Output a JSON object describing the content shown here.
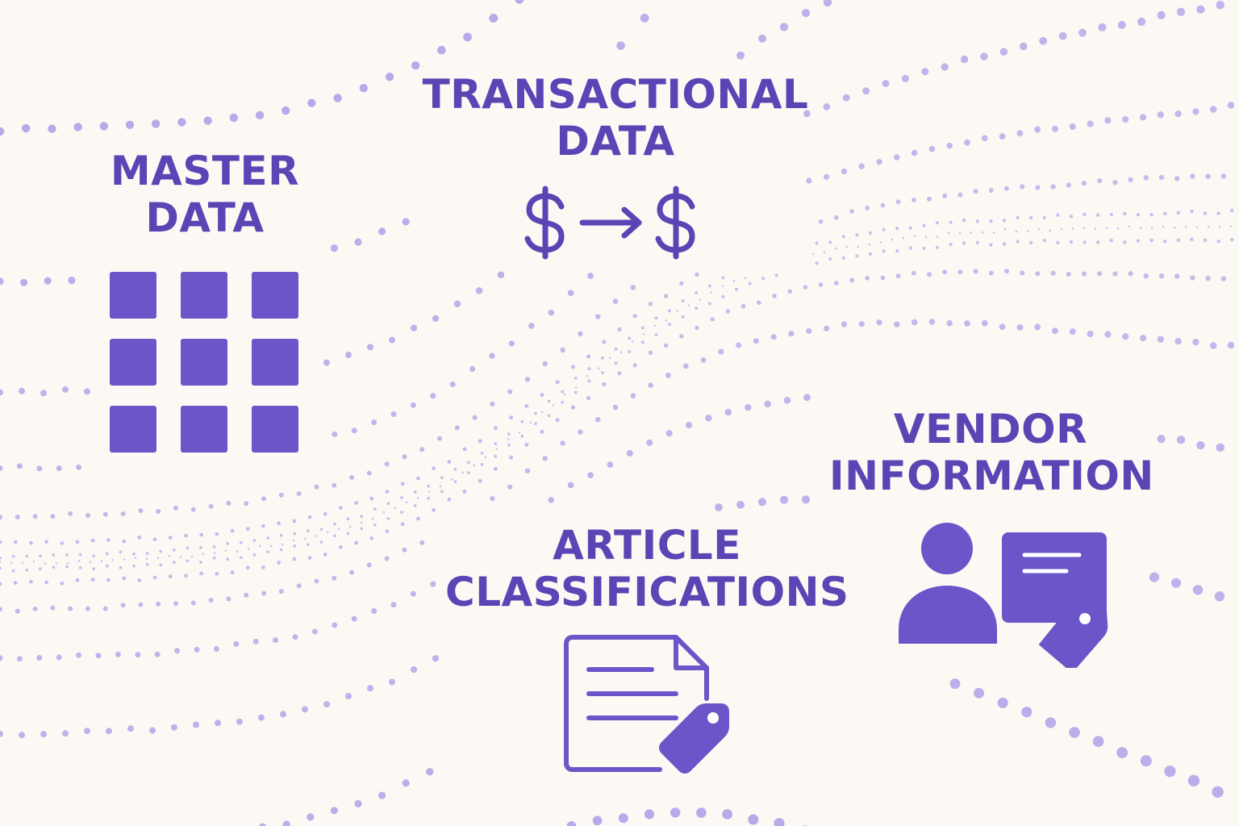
{
  "labels": {
    "master": [
      "MASTER",
      "DATA"
    ],
    "transactional": [
      "TRANSACTIONAL",
      "DATA"
    ],
    "vendor": [
      "VENDOR",
      "INFORMATION"
    ],
    "article": [
      "ARTICLE",
      "CLASSIFICATIONS"
    ]
  },
  "icons": {
    "master": "grid-icon",
    "transactional": "currency-transfer-icon",
    "vendor": "person-card-tag-icon",
    "article": "document-tag-icon"
  },
  "colors": {
    "background": "#fcf9f5",
    "primary": "#5a45b5",
    "icon_fill": "#6b55c8",
    "dot": "#a895e6"
  }
}
